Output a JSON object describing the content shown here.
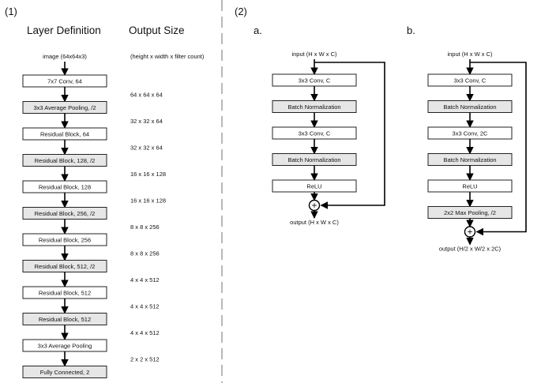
{
  "part1": {
    "label": "(1)",
    "header_layer": "Layer Definition",
    "header_output": "Output Size",
    "input_label": "image (64x64x3)",
    "output_note": "(height x width x filter count)",
    "layers": [
      {
        "label": "7x7 Conv, 64",
        "shaded": false
      },
      {
        "label": "3x3 Average Pooling, /2",
        "shaded": true
      },
      {
        "label": "Residual Block, 64",
        "shaded": false
      },
      {
        "label": "Residual Block, 128, /2",
        "shaded": true
      },
      {
        "label": "Residual Block, 128",
        "shaded": false
      },
      {
        "label": "Residual Block, 256, /2",
        "shaded": true
      },
      {
        "label": "Residual Block, 256",
        "shaded": false
      },
      {
        "label": "Residual Block, 512, /2",
        "shaded": true
      },
      {
        "label": "Residual Block, 512",
        "shaded": false
      },
      {
        "label": "Residual Block, 512",
        "shaded": true
      },
      {
        "label": "3x3 Average Pooling",
        "shaded": false
      },
      {
        "label": "Fully Connected, 2",
        "shaded": true
      }
    ],
    "sizes": [
      "64 x 64 x 64",
      "32 x 32 x 64",
      "32 x 32 x 64",
      "16 x 16 x 128",
      "16 x 16 x 128",
      "8  x  8  x 256",
      "8  x  8  x 256",
      "4  x  4  x 512",
      "4  x  4  x 512",
      "4  x  4  x 512",
      "2  x  2  x 512"
    ]
  },
  "part2": {
    "label": "(2)",
    "a": {
      "label": "a.",
      "input": "input (H x W x C)",
      "layers": [
        {
          "label": "3x3 Conv, C",
          "shaded": false
        },
        {
          "label": "Batch Normalization",
          "shaded": true
        },
        {
          "label": "3x3 Conv, C",
          "shaded": false
        },
        {
          "label": "Batch Normalization",
          "shaded": true
        },
        {
          "label": "ReLU",
          "shaded": false
        }
      ],
      "add_symbol": "+",
      "output": "output (H x W x C)"
    },
    "b": {
      "label": "b.",
      "input": "input (H x W x C)",
      "layers": [
        {
          "label": "3x3 Conv, C",
          "shaded": false
        },
        {
          "label": "Batch Normalization",
          "shaded": true
        },
        {
          "label": "3x3 Conv, 2C",
          "shaded": false
        },
        {
          "label": "Batch Normalization",
          "shaded": true
        },
        {
          "label": "ReLU",
          "shaded": false
        },
        {
          "label": "2x2 Max Pooling, /2",
          "shaded": true
        }
      ],
      "add_symbol": "+",
      "output": "output (H/2 x W/2 x 2C)"
    }
  }
}
